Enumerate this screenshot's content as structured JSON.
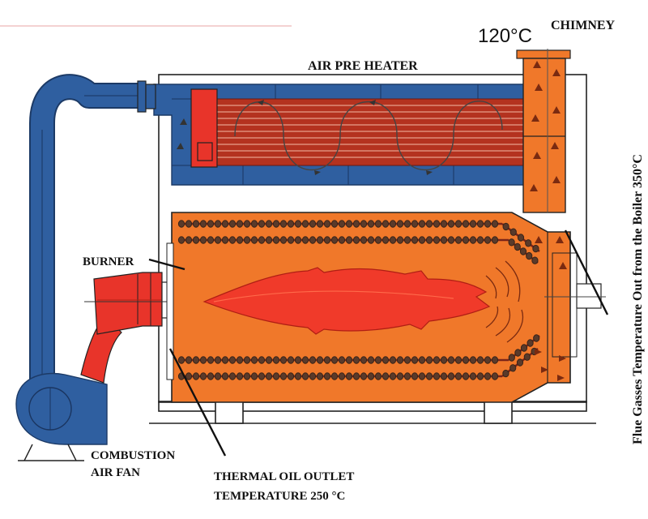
{
  "labels": {
    "chimney": "CHIMNEY",
    "chimney_temp": "120°C",
    "air_pre_heater": "AIR PRE HEATER",
    "burner": "BURNER",
    "combustion_fan_line1": "COMBUSTION",
    "combustion_fan_line2": "AIR FAN",
    "oil_outlet_line1": "THERMAL OIL OUTLET",
    "oil_outlet_line2": "TEMPERATURE 250 °C",
    "flue_gas": "Flue Gasses Temperature Out  from the Boiler 350°C"
  },
  "colors": {
    "duct_blue": "#2f5fa0",
    "furnace_orange": "#f0782a",
    "flame_red": "#f03a2a",
    "heater_red": "#e8342a",
    "tube_dark_red": "#8a2a1a",
    "outline": "#222222"
  },
  "icons": [
    "fan-icon",
    "flame-icon",
    "gas-flow-arrows"
  ]
}
